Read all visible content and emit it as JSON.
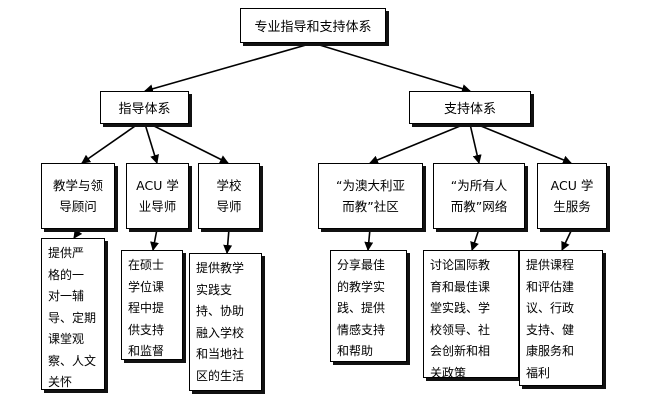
{
  "diagram": {
    "root": "专业指导和支持体系",
    "branches": [
      {
        "label": "指导体系",
        "children": [
          {
            "title": "教学与领\n导顾问",
            "detail": "提供严\n格的一\n对一辅\n导、定期\n课堂观\n察、人文\n关怀"
          },
          {
            "title": "ACU 学\n业导师",
            "detail": "在硕士\n学位课\n程中提\n供支持\n和监督"
          },
          {
            "title": "学校\n导师",
            "detail": "提供教学\n实践支\n持、协助\n融入学校\n和当地社\n区的生活"
          }
        ]
      },
      {
        "label": "支持体系",
        "children": [
          {
            "title": "“为澳大利亚\n而教”社区",
            "detail": "分享最佳\n的教学实\n践、提供\n情感支持\n和帮助"
          },
          {
            "title": "“为所有人\n而教”网络",
            "detail": "讨论国际教\n育和最佳课\n堂实践、学\n校领导、社\n会创新和相\n关政策"
          },
          {
            "title": "ACU 学\n生服务",
            "detail": "提供课程\n和评估建\n议、行政\n支持、健\n康服务和\n福利"
          }
        ]
      }
    ]
  }
}
